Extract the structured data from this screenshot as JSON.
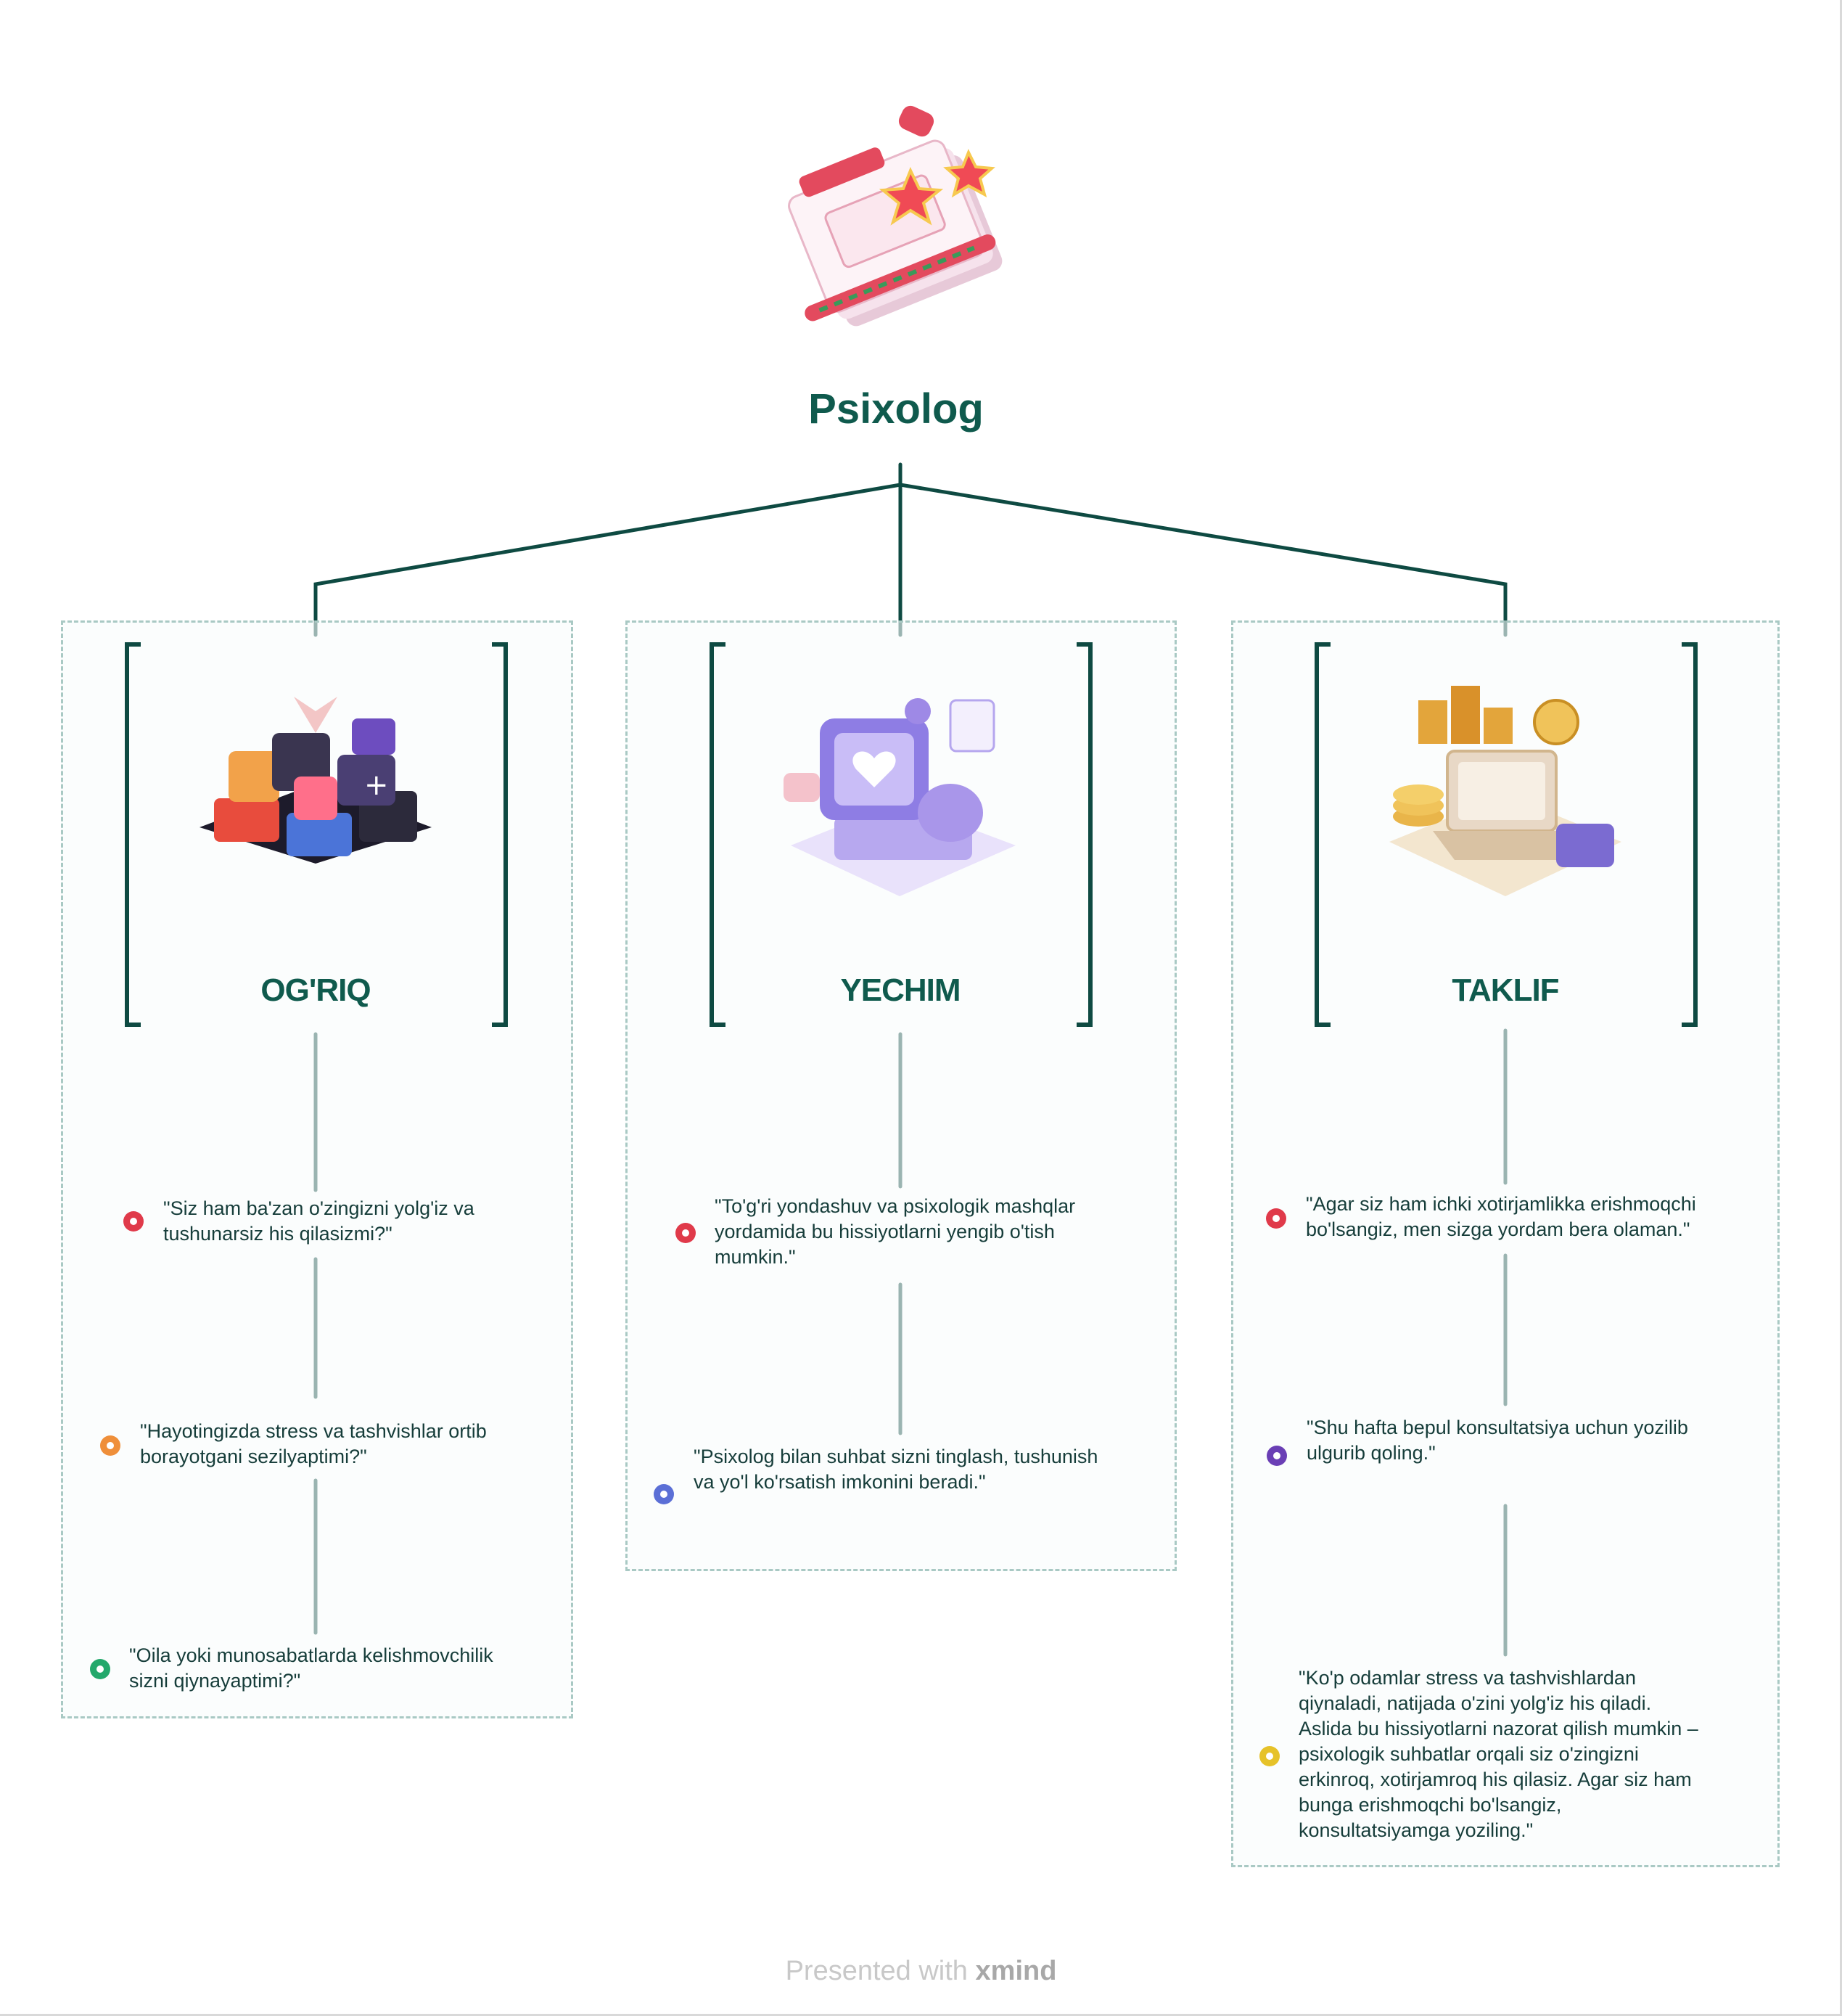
{
  "root": {
    "title": "Psixolog",
    "illustration": "notebook-stars-pen-icon"
  },
  "branches": [
    {
      "title": "OG'RIQ",
      "illustration": "app-icons-cube-icon",
      "leaves": [
        {
          "text_1": "\"Siz ham ba'zan o'zingizni yolg'iz va",
          "text_2": "tushunarsiz his qilasizmi?\"",
          "marker_color": "#e03a4a"
        },
        {
          "text_1": "\"Hayotingizda stress va tashvishlar ortib",
          "text_2": "borayotgani sezilyaptimi?\"",
          "marker_color": "#ef8f3a"
        },
        {
          "text_1": "\"Oila yoki munosabatlarda kelishmovchilik",
          "text_2": "sizni qiynayaptimi?\"",
          "marker_color": "#23a86b"
        }
      ]
    },
    {
      "title": "YECHIM",
      "illustration": "computer-heart-icon",
      "leaves": [
        {
          "text_1": "\"To'g'ri yondashuv va psixologik mashqlar",
          "text_2": "yordamida bu hissiyotlarni yengib o'tish",
          "text_3": "mumkin.\"",
          "marker_color": "#e03a4a"
        },
        {
          "text_1": "\"Psixolog bilan suhbat sizni tinglash, tushunish",
          "text_2": "va yo'l ko'rsatish imkonini beradi.\"",
          "marker_color": "#5b6fd6"
        }
      ]
    },
    {
      "title": "TAKLIF",
      "illustration": "gold-coins-laptop-icon",
      "leaves": [
        {
          "text_1": "\"Agar siz ham ichki xotirjamlikka erishmoqchi",
          "text_2": "bo'lsangiz, men sizga yordam bera olaman.\"",
          "marker_color": "#e03a4a"
        },
        {
          "text_1": "\"Shu hafta bepul konsultatsiya uchun yozilib",
          "text_2": "ulgurib qoling.\"",
          "marker_color": "#6a3fb5"
        },
        {
          "text_1": "\"Ko'p odamlar stress va tashvishlardan",
          "text_2": "qiynaladi, natijada o'zini yolg'iz his qiladi.",
          "text_3": "Aslida bu hissiyotlarni nazorat qilish mumkin –",
          "text_4": "psixologik suhbatlar orqali siz o'zingizni",
          "text_5": "erkinroq, xotirjamroq his qilasiz. Agar siz ham",
          "text_6": "bunga erishmoqchi bo'lsangiz,",
          "text_7": "konsultatsiyamga yoziling.\"",
          "marker_color": "#e6c229"
        }
      ]
    }
  ],
  "footer": {
    "prefix": "Presented with",
    "brand": "xmind"
  },
  "colors": {
    "line": "#0e4a42",
    "frame": "#a9c9c4",
    "title": "#0f5a4d"
  }
}
